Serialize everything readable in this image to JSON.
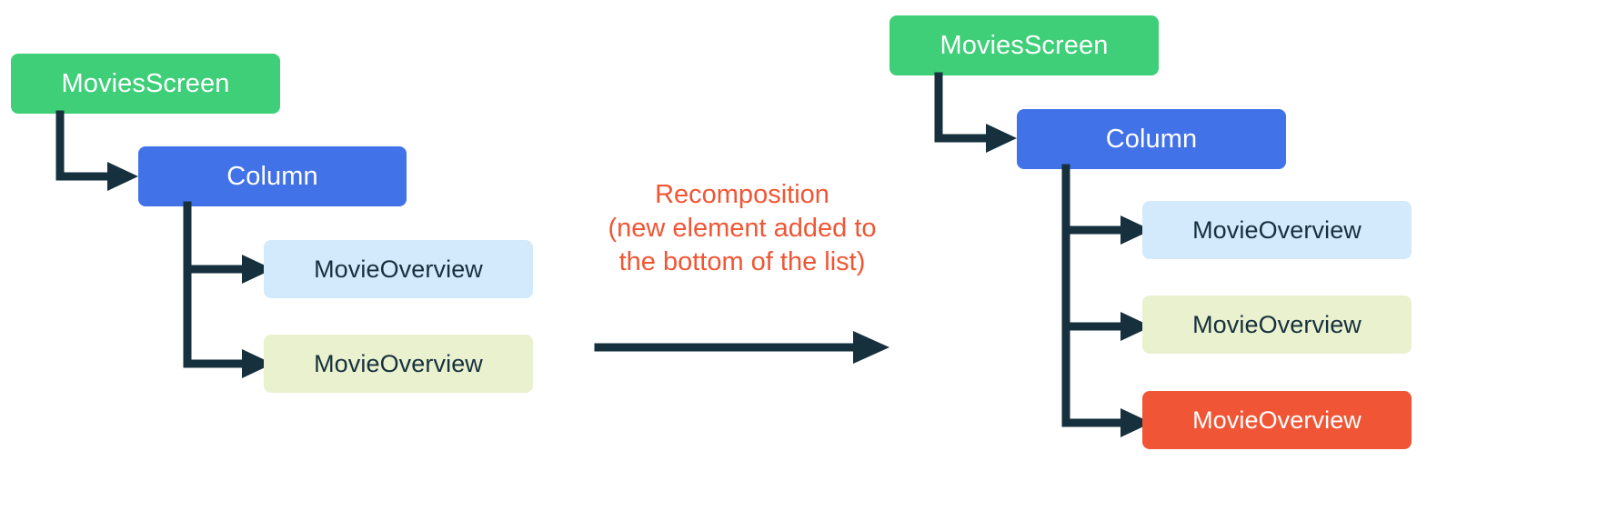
{
  "diagram": {
    "title_text": "Recomposition",
    "colors": {
      "screen_green": "#3ecf78",
      "column_blue": "#4272e8",
      "overview_blue": "#d2eafc",
      "overview_lime": "#eaf1cf",
      "overview_orange": "#f05635",
      "connector_dark": "#16303d",
      "caption_orange": "#f05635",
      "text_light": "#ffffff",
      "text_dark": "#16303d",
      "background": "#ffffff"
    },
    "before": {
      "screen": {
        "label": "MoviesScreen"
      },
      "column": {
        "label": "Column"
      },
      "children": [
        {
          "label": "MovieOverview",
          "variant": "blue"
        },
        {
          "label": "MovieOverview",
          "variant": "lime"
        }
      ]
    },
    "transition": {
      "line1": "Recomposition",
      "line2": "(new element added to",
      "line3": "the bottom of the list)",
      "full_text": "Recomposition\n(new element added to\nthe bottom of the list)"
    },
    "after": {
      "screen": {
        "label": "MoviesScreen"
      },
      "column": {
        "label": "Column"
      },
      "children": [
        {
          "label": "MovieOverview",
          "variant": "blue"
        },
        {
          "label": "MovieOverview",
          "variant": "lime"
        },
        {
          "label": "MovieOverview",
          "variant": "orange"
        }
      ]
    }
  }
}
